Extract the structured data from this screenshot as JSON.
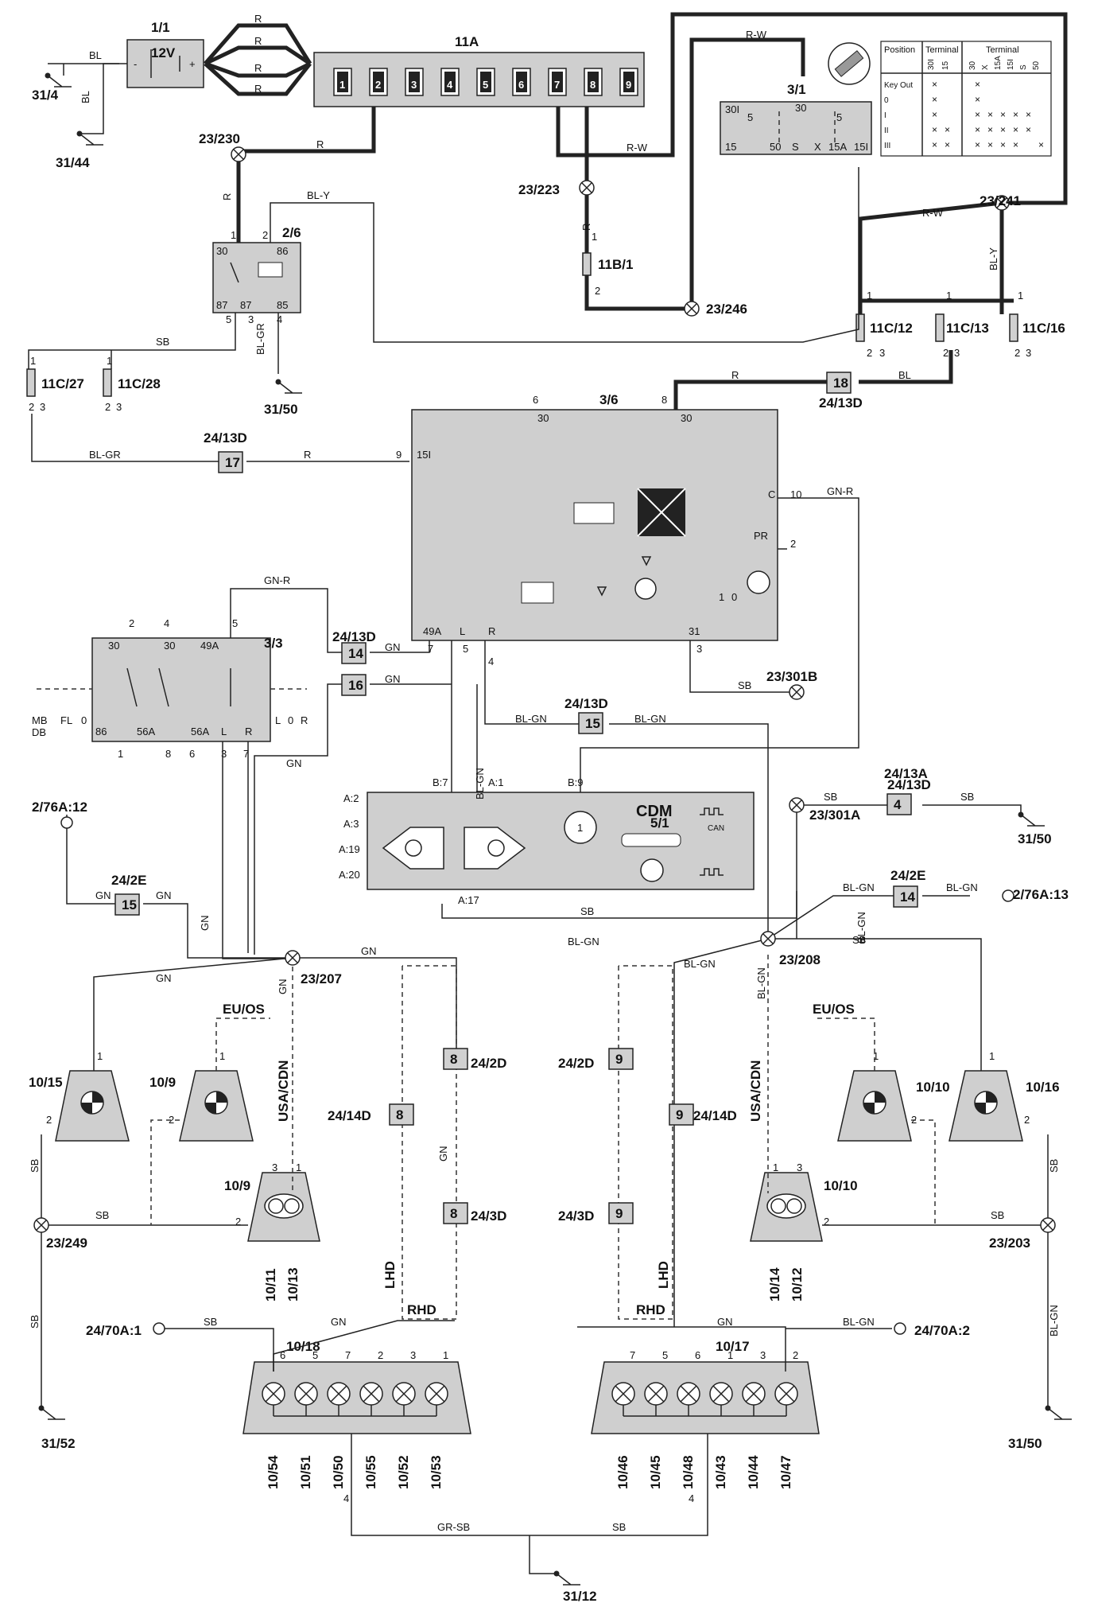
{
  "battery": {
    "id": "1/1",
    "voltage": "12V",
    "minus": "-",
    "plus": "+"
  },
  "fusebox_11A": {
    "id": "11A",
    "fuses": [
      "1",
      "2",
      "3",
      "4",
      "5",
      "6",
      "7",
      "8",
      "9"
    ]
  },
  "ignition_switch": {
    "id": "3/1",
    "terminals": [
      "30I",
      "30",
      "5",
      "5",
      "15",
      "50",
      "S",
      "X",
      "15A",
      "15I"
    ]
  },
  "ignition_table": {
    "header": [
      "Position",
      "Terminal"
    ],
    "terminal_cols_a": [
      "30I",
      "15"
    ],
    "terminal_cols_b": [
      "30",
      "X",
      "15A",
      "15I",
      "S",
      "50"
    ],
    "rows": [
      "Key Out",
      "0",
      "I",
      "II",
      "III"
    ]
  },
  "relay_2_6": {
    "id": "2/6",
    "pins": [
      "1",
      "2",
      "30",
      "86",
      "87",
      "87",
      "85",
      "5",
      "3",
      "4"
    ]
  },
  "fuses_11C": [
    "11C/27",
    "11C/28",
    "11C/12",
    "11C/13",
    "11C/16"
  ],
  "fuse_11B": "11B/1",
  "module_3_6": {
    "id": "3/6",
    "pins": [
      "6",
      "30",
      "8",
      "30",
      "9",
      "15I",
      "C",
      "10",
      "PR",
      "2",
      "49A",
      "L",
      "R",
      "31",
      "7",
      "5",
      "4",
      "3"
    ],
    "inner": [
      "1",
      "0"
    ]
  },
  "switch_3_3": {
    "id": "3/3",
    "pins": [
      "2",
      "4",
      "5",
      "30",
      "30",
      "49A",
      "86",
      "56A",
      "56A",
      "L",
      "R",
      "1",
      "8",
      "6",
      "3",
      "7"
    ],
    "side_left": [
      "MB",
      "DB",
      "FL",
      "0"
    ],
    "side_right": [
      "L",
      "0",
      "R"
    ]
  },
  "cdm": {
    "id": "5/1",
    "name": "CDM",
    "can": "CAN",
    "pins": [
      "A:2",
      "A:3",
      "A:19",
      "A:20",
      "B:7",
      "A:1",
      "B:9",
      "A:17"
    ],
    "symbol": "1"
  },
  "connector_boxes": [
    "14",
    "16",
    "15",
    "4",
    "15",
    "14",
    "17",
    "18",
    "8",
    "8",
    "8",
    "9",
    "9",
    "9"
  ],
  "junctions": [
    "23/230",
    "23/223",
    "23/246",
    "23/241",
    "23/301B",
    "23/301A",
    "23/207",
    "23/208",
    "23/249",
    "23/203"
  ],
  "refs": [
    "24/13D",
    "24/13D",
    "24/13D",
    "24/13D",
    "24/13D",
    "24/13A",
    "24/2E",
    "24/2E",
    "24/2D",
    "24/14D",
    "24/3D",
    "24/2D",
    "24/14D",
    "24/3D",
    "2/76A:12",
    "2/76A:13",
    "24/70A:1",
    "24/70A:2"
  ],
  "grounds": [
    "31/4",
    "31/44",
    "31/50",
    "31/50",
    "31/52",
    "31/50",
    "31/12"
  ],
  "wire_colors": [
    "BL",
    "BL",
    "R",
    "R",
    "R",
    "R",
    "R",
    "R",
    "R",
    "R-W",
    "R-W",
    "R-W",
    "BL-Y",
    "BL-Y",
    "SB",
    "BL-GR",
    "BL-GR",
    "R",
    "R",
    "BL",
    "GN-R",
    "GN-R",
    "GN",
    "GN",
    "GN",
    "BL-GN",
    "BL-GN",
    "BL-GN",
    "SB",
    "SB",
    "SB",
    "SB",
    "GN",
    "GN",
    "GN",
    "GN",
    "GN",
    "GN",
    "GN",
    "BL-GN",
    "BL-GN",
    "BL-GN",
    "BL-GN",
    "BL-GN",
    "SB",
    "SB",
    "SB",
    "SB",
    "SB",
    "SB",
    "GN",
    "GN",
    "BL-GN",
    "BL-GN",
    "GR-SB",
    "SB",
    "SB",
    "BL-GN"
  ],
  "variants": [
    "EU/OS",
    "EU/OS",
    "USA/CDN",
    "USA/CDN",
    "LHD",
    "RHD",
    "LHD",
    "RHD"
  ],
  "lamps": [
    "10/15",
    "10/9",
    "10/9",
    "10/10",
    "10/10",
    "10/16",
    "10/11",
    "10/13",
    "10/14",
    "10/12"
  ],
  "lamp_pins": [
    "1",
    "2",
    "1",
    "2",
    "3",
    "1",
    "2",
    "1",
    "3",
    "1",
    "2",
    "1",
    "2"
  ],
  "rear_left": {
    "id": "10/18",
    "pins": [
      "6",
      "5",
      "7",
      "2",
      "3",
      "1"
    ],
    "lamps": [
      "10/54",
      "10/51",
      "10/50",
      "10/55",
      "10/52",
      "10/53"
    ],
    "ground_pin": "4"
  },
  "rear_right": {
    "id": "10/17",
    "pins": [
      "7",
      "5",
      "6",
      "1",
      "3",
      "2"
    ],
    "lamps": [
      "10/46",
      "10/45",
      "10/48",
      "10/43",
      "10/44",
      "10/47"
    ],
    "ground_pin": "4"
  },
  "fuse_pins": [
    "1",
    "1",
    "2",
    "3",
    "2",
    "3",
    "1",
    "1",
    "1",
    "2",
    "3",
    "2",
    "3",
    "2",
    "3",
    "1",
    "2"
  ]
}
